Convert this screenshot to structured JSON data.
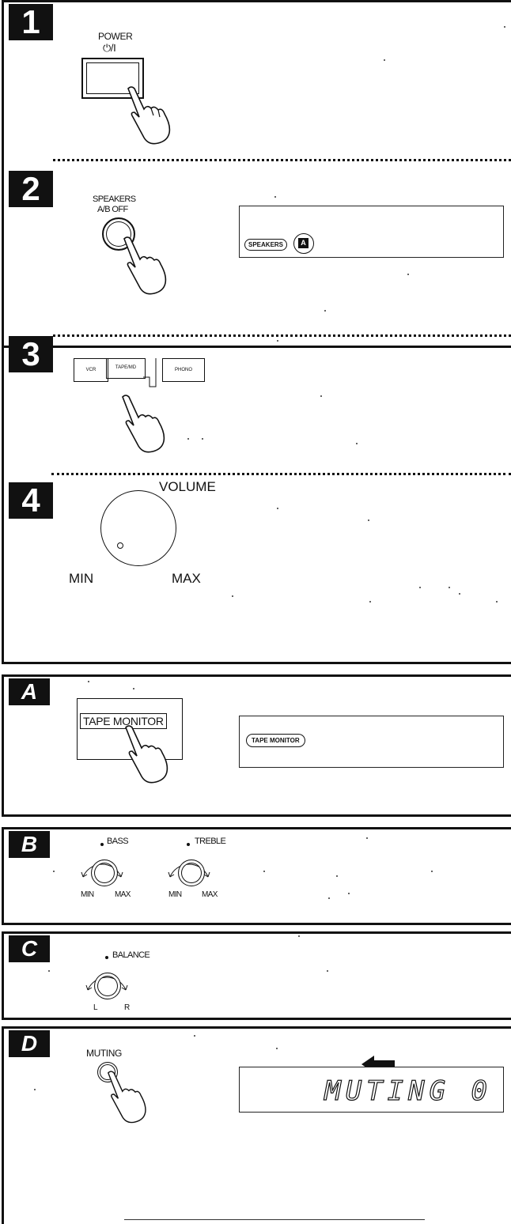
{
  "steps": [
    {
      "number": "1",
      "power_label": "POWER",
      "power_symbol": "⏻/I"
    },
    {
      "number": "2",
      "speakers_label_line1": "SPEAKERS",
      "speakers_label_line2": "A/B OFF",
      "display_speakers": "SPEAKERS",
      "display_speaker_set": "A"
    },
    {
      "number": "3",
      "input_buttons": [
        "VCR",
        "TAPE/MD",
        "PHONO"
      ]
    },
    {
      "number": "4",
      "volume_label": "VOLUME",
      "min_label": "MIN",
      "max_label": "MAX"
    }
  ],
  "section_a": {
    "letter": "A",
    "tape_monitor_button": "TAPE MONITOR",
    "display_tape_monitor": "TAPE MONITOR"
  },
  "section_b": {
    "letter": "B",
    "bass_label": "BASS",
    "treble_label": "TREBLE",
    "min_label": "MIN",
    "max_label": "MAX"
  },
  "section_c": {
    "letter": "C",
    "balance_label": "BALANCE",
    "left_label": "L",
    "right_label": "R"
  },
  "section_d": {
    "letter": "D",
    "muting_label": "MUTING",
    "display_text": "MUTING 0"
  },
  "icons": {
    "hand": "pointing-hand-icon",
    "arrow": "left-arrow-icon",
    "knob": "rotary-knob-icon"
  }
}
